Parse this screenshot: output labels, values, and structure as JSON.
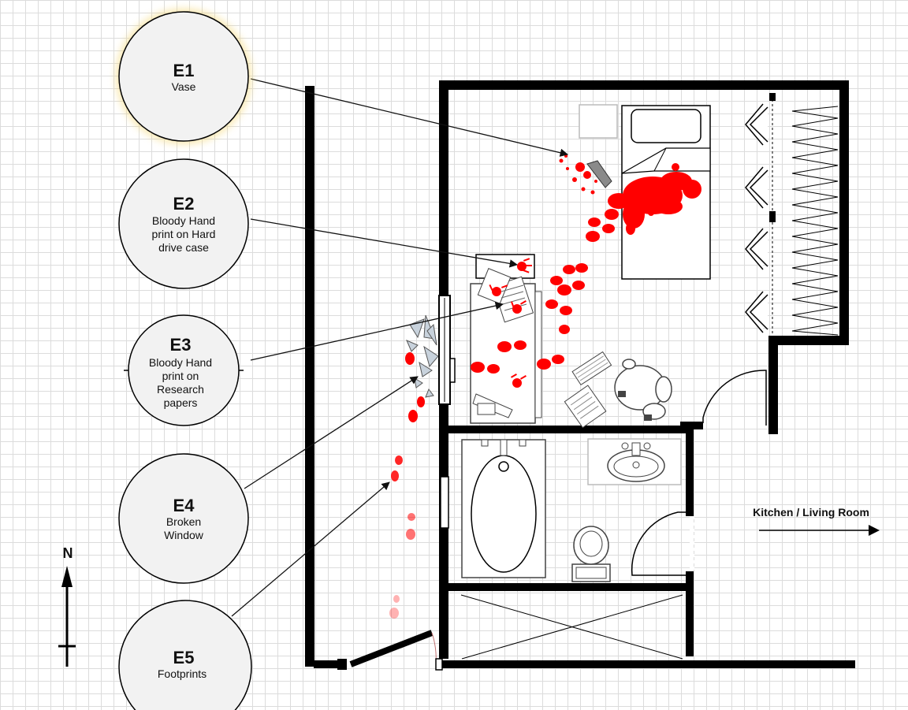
{
  "evidence": [
    {
      "id": "E1",
      "lines": [
        "Vase"
      ]
    },
    {
      "id": "E2",
      "lines": [
        "Bloody Hand",
        "print on Hard",
        "drive case"
      ]
    },
    {
      "id": "E3",
      "lines": [
        "Bloody Hand",
        "print on",
        "Research",
        "papers"
      ]
    },
    {
      "id": "E4",
      "lines": [
        "Broken",
        "Window"
      ]
    },
    {
      "id": "E5",
      "lines": [
        "Footprints"
      ]
    }
  ],
  "labels": {
    "kitchen": "Kitchen / Living Room",
    "north": "N"
  },
  "colors": {
    "blood": "#ff0000",
    "wall": "#000000",
    "circle_fill": "#f2f2f2",
    "highlight": "#f5d97a"
  }
}
